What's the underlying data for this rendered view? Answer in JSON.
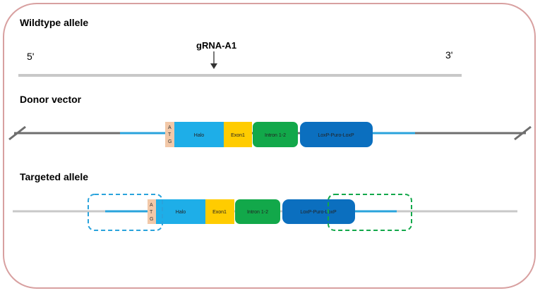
{
  "wildtype": {
    "title": "Wildtype allele",
    "five_prime": "5'",
    "three_prime": "3'",
    "grna_label": "gRNA-A1"
  },
  "donor": {
    "title": "Donor vector"
  },
  "targeted": {
    "title": "Targeted allele"
  },
  "elements": {
    "atg": [
      "A",
      "T",
      "G"
    ],
    "halo": "Halo",
    "exon": "Exon1",
    "intron": "Intron 1-2",
    "loxp": "LoxP-Puro-LoxP"
  },
  "colors": {
    "border": "#d8a0a0",
    "chromosome_line": "#c8c8c8",
    "vector_line": "#6e6e6e",
    "homology_arm": "#29a3dc",
    "atg": "#f2c8a8",
    "halo": "#1eaee8",
    "exon": "#ffcc00",
    "intron": "#12a84a",
    "loxp": "#0b6fbf",
    "left_arm_box": "#29a3dc",
    "right_arm_box": "#12a84a"
  }
}
